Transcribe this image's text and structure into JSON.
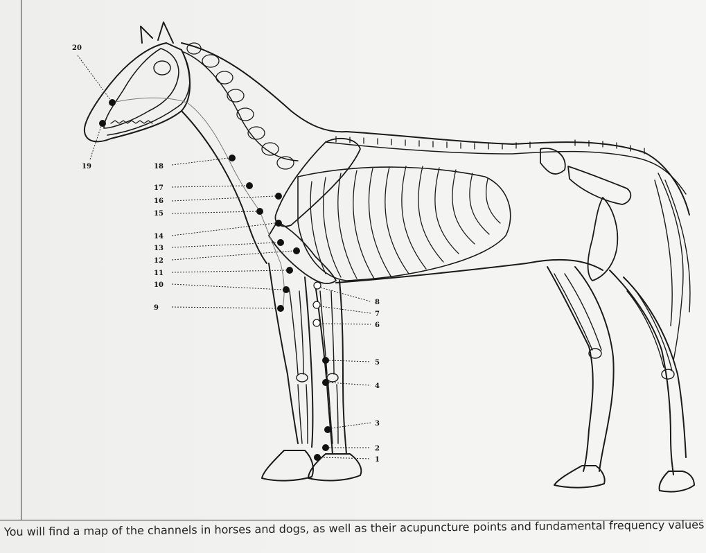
{
  "figure": {
    "labels": [
      "20",
      "19",
      "18",
      "17",
      "16",
      "15",
      "14",
      "13",
      "12",
      "11",
      "10",
      "9",
      "8",
      "7",
      "6",
      "5",
      "4",
      "3",
      "2",
      "1"
    ]
  },
  "caption": "You will find a map of the channels in horses and dogs, as well as their acupuncture points and fundamental frequency values"
}
